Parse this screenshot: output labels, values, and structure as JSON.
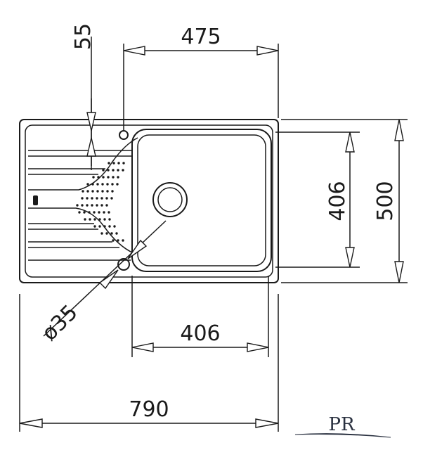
{
  "dimensions": {
    "top_offset": "55",
    "tap_to_bowl_edge": "475",
    "bowl_depth": "406",
    "overall_depth": "500",
    "tap_hole_diameter": "ø35",
    "bowl_width": "406",
    "overall_width": "790"
  },
  "logo": {
    "text": "PR"
  }
}
